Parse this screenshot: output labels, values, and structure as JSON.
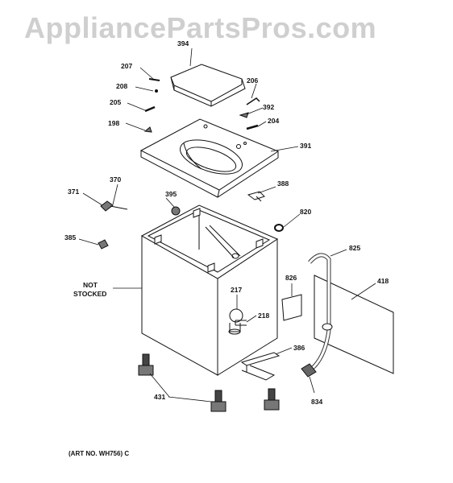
{
  "watermark": "AppliancePartsPros.com",
  "art_number": "(ART NO. WH756) C",
  "not_stocked": [
    "NOT",
    "STOCKED"
  ],
  "callouts": {
    "c394": "394",
    "c207": "207",
    "c208": "208",
    "c205": "205",
    "c198": "198",
    "c206": "206",
    "c392": "392",
    "c204": "204",
    "c391": "391",
    "c370": "370",
    "c371": "371",
    "c395": "395",
    "c388": "388",
    "c820": "820",
    "c385": "385",
    "c825": "825",
    "c826": "826",
    "c418": "418",
    "c217": "217",
    "c218": "218",
    "c386": "386",
    "c431": "431",
    "c834": "834"
  }
}
